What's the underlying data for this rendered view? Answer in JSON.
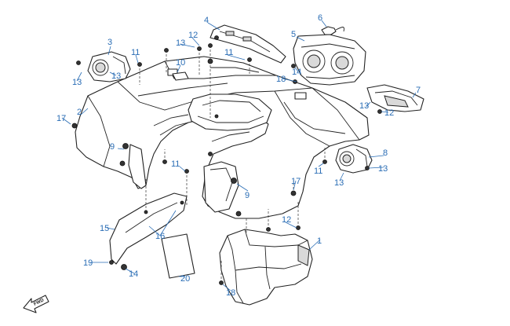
{
  "callouts": [
    {
      "id": "c1",
      "label": "1"
    },
    {
      "id": "c2",
      "label": "2"
    },
    {
      "id": "c3",
      "label": "3"
    },
    {
      "id": "c4",
      "label": "4"
    },
    {
      "id": "c5",
      "label": "5"
    },
    {
      "id": "c6",
      "label": "6"
    },
    {
      "id": "c7",
      "label": "7"
    },
    {
      "id": "c8",
      "label": "8"
    },
    {
      "id": "c9a",
      "label": "9"
    },
    {
      "id": "c9b",
      "label": "9"
    },
    {
      "id": "c10",
      "label": "10"
    },
    {
      "id": "c11a",
      "label": "11"
    },
    {
      "id": "c11b",
      "label": "11"
    },
    {
      "id": "c11c",
      "label": "11"
    },
    {
      "id": "c11d",
      "label": "11"
    },
    {
      "id": "c12a",
      "label": "12"
    },
    {
      "id": "c12b",
      "label": "12"
    },
    {
      "id": "c12c",
      "label": "12"
    },
    {
      "id": "c13a",
      "label": "13"
    },
    {
      "id": "c13b",
      "label": "13"
    },
    {
      "id": "c13c",
      "label": "13"
    },
    {
      "id": "c13d",
      "label": "13"
    },
    {
      "id": "c13e",
      "label": "13"
    },
    {
      "id": "c13f",
      "label": "13"
    },
    {
      "id": "c14a",
      "label": "14"
    },
    {
      "id": "c14b",
      "label": "14"
    },
    {
      "id": "c15",
      "label": "15"
    },
    {
      "id": "c16",
      "label": "16"
    },
    {
      "id": "c17a",
      "label": "17"
    },
    {
      "id": "c17b",
      "label": "17"
    },
    {
      "id": "c18a",
      "label": "18"
    },
    {
      "id": "c18b",
      "label": "18"
    },
    {
      "id": "c19",
      "label": "19"
    },
    {
      "id": "c20",
      "label": "20"
    }
  ],
  "fwd_label": "FWD",
  "colors": {
    "callout": "#2a6db5",
    "line": "#222222"
  }
}
